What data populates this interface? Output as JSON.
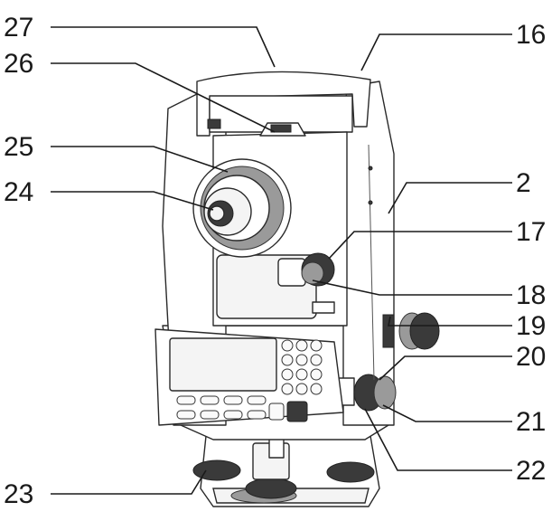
{
  "callouts": [
    {
      "id": "27",
      "label": "27"
    },
    {
      "id": "26",
      "label": "26"
    },
    {
      "id": "25",
      "label": "25"
    },
    {
      "id": "24",
      "label": "24"
    },
    {
      "id": "23",
      "label": "23"
    },
    {
      "id": "16",
      "label": "16"
    },
    {
      "id": "2",
      "label": "2"
    },
    {
      "id": "17",
      "label": "17"
    },
    {
      "id": "18",
      "label": "18"
    },
    {
      "id": "19",
      "label": "19"
    },
    {
      "id": "20",
      "label": "20"
    },
    {
      "id": "21",
      "label": "21"
    },
    {
      "id": "22",
      "label": "22"
    }
  ]
}
